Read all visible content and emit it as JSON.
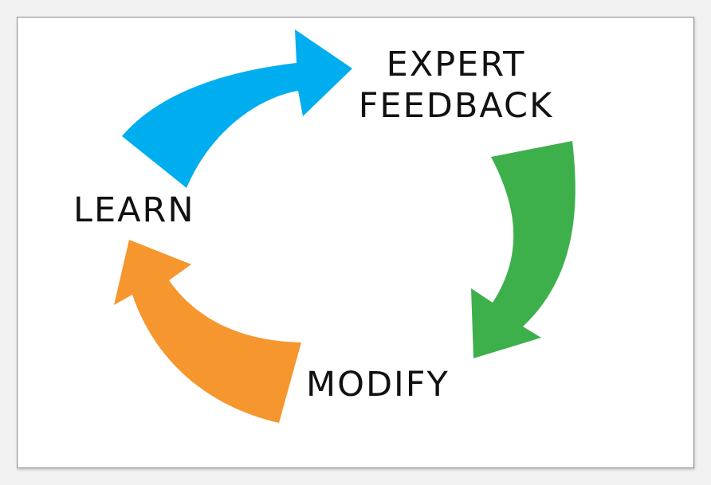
{
  "diagram": {
    "nodes": {
      "expert_line1": "EXPERT",
      "expert_line2": "FEEDBACK",
      "modify": "MODIFY",
      "learn": "LEARN"
    },
    "colors": {
      "learn_to_expert_arrow": "#00aeef",
      "expert_to_modify_arrow": "#3db04b",
      "modify_to_learn_arrow": "#f6962f",
      "text": "#111111",
      "background": "#ffffff"
    },
    "flow": [
      "LEARN",
      "EXPERT FEEDBACK",
      "MODIFY",
      "LEARN"
    ]
  }
}
